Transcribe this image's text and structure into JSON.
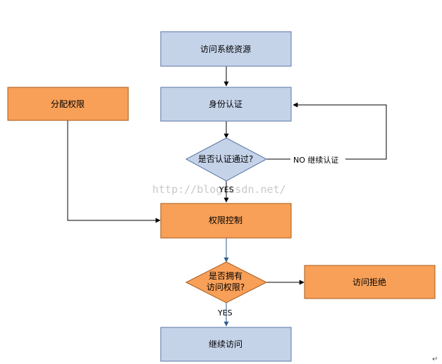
{
  "nodes": {
    "access_resource": "访问系统资源",
    "identity_auth": "身份认证",
    "auth_passed_q": "是否认证通过?",
    "assign_permission": "分配权限",
    "permission_control": "权限控制",
    "has_permission_q_line1": "是否拥有",
    "has_permission_q_line2": "访问权限?",
    "access_denied": "访问拒绝",
    "continue_access": "继续访问"
  },
  "edges": {
    "auth_no_label": "NO 继续认证",
    "auth_yes_label": "YES",
    "perm_yes_label": "YES"
  },
  "watermark": "http://blog.csdn.net/",
  "return_mark": "↵",
  "colors": {
    "blue_fill": "#c5d3e9",
    "blue_stroke": "#5a76a6",
    "orange_fill": "#f89f58",
    "orange_stroke": "#a65c1c",
    "diamond_blue_fill": "#c5d3e9",
    "diamond_orange_fill": "#f89f58",
    "line": "#000000",
    "blue_arrow": "#2f5f8f"
  }
}
